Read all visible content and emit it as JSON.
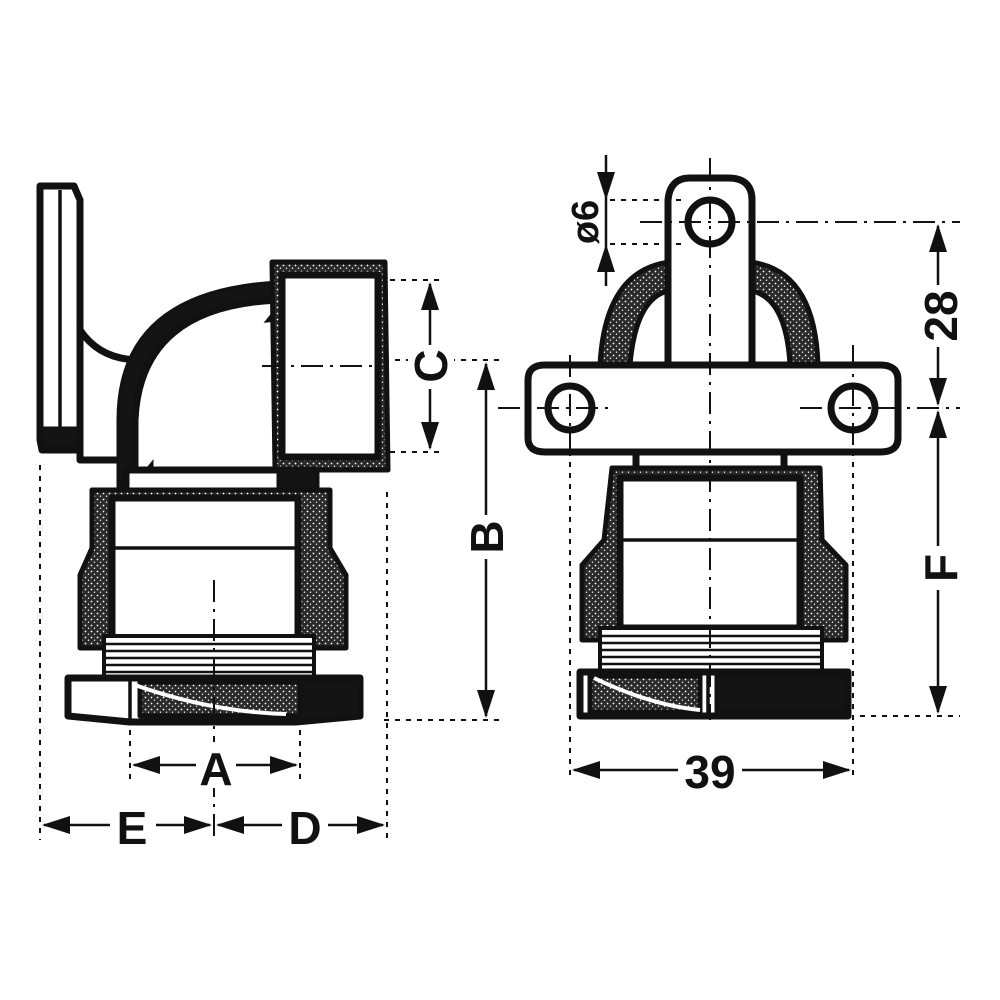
{
  "labels": {
    "a": "A",
    "b": "B",
    "c": "C",
    "d": "D",
    "e": "E",
    "f": "F",
    "dia": "ø6",
    "h28": "28",
    "w39": "39"
  }
}
